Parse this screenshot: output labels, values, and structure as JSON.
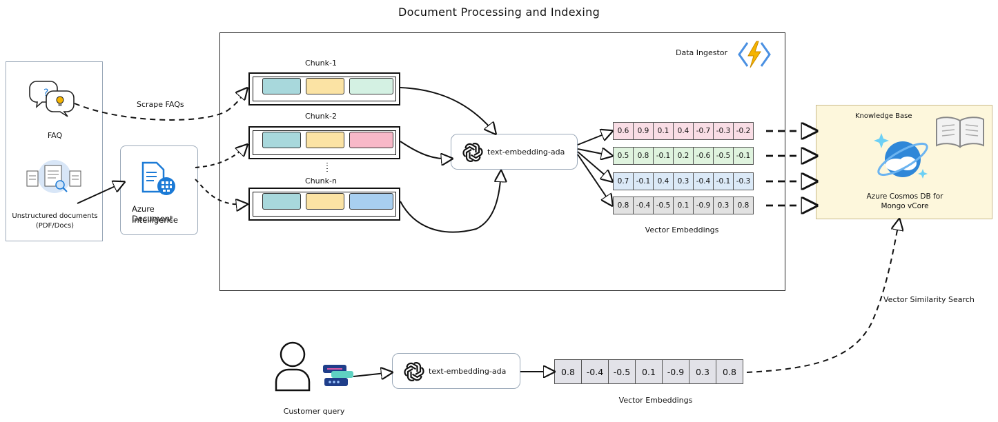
{
  "title": "Document Processing and Indexing",
  "sources": {
    "faq_label": "FAQ",
    "docs_label_line1": "Unstructured documents",
    "docs_label_line2": "(PDF/Docs)"
  },
  "edges": {
    "scrape": "Scrape FAQs",
    "similarity": "Vector Similarity Search"
  },
  "adi": {
    "line1": "Azure Document",
    "line2": "Intelligence"
  },
  "ingestor": {
    "label": "Data Ingestor"
  },
  "chunks": [
    {
      "label": "Chunk-1",
      "colors": [
        "#a8d8dc",
        "#fbe3a4",
        "#d4f1e3"
      ]
    },
    {
      "label": "Chunk-2",
      "colors": [
        "#a8d8dc",
        "#fbe3a4",
        "#f8b8c8"
      ]
    },
    {
      "label": "Chunk-n",
      "colors": [
        "#a8d8dc",
        "#fbe3a4",
        "#a8cff0"
      ]
    }
  ],
  "model": {
    "label": "text-embedding-ada"
  },
  "embeddings": {
    "label": "Vector Embeddings",
    "rows": [
      {
        "color": "#f9dde5",
        "values": [
          "0.6",
          "0.9",
          "0.1",
          "0.4",
          "-0.7",
          "-0.3",
          "-0.2"
        ]
      },
      {
        "color": "#dff3de",
        "values": [
          "0.5",
          "0.8",
          "-0.1",
          "0.2",
          "-0.6",
          "-0.5",
          "-0.1"
        ]
      },
      {
        "color": "#dbe9f7",
        "values": [
          "0.7",
          "-0.1",
          "0.4",
          "0.3",
          "-0.4",
          "-0.1",
          "-0.3"
        ]
      },
      {
        "color": "#e2e2e2",
        "values": [
          "0.8",
          "-0.4",
          "-0.5",
          "0.1",
          "-0.9",
          "0.3",
          "0.8"
        ]
      }
    ]
  },
  "knowledge_base": {
    "label": "Knowledge Base",
    "db_line1": "Azure Cosmos DB for",
    "db_line2": "Mongo vCore"
  },
  "query": {
    "label": "Customer query",
    "model_label": "text-embedding-ada",
    "embedding_label": "Vector Embeddings",
    "values": [
      "0.8",
      "-0.4",
      "-0.5",
      "0.1",
      "-0.9",
      "0.3",
      "0.8"
    ],
    "color": "#e2e2e8"
  },
  "colors": {
    "azure_blue": "#1b7ad6",
    "function_yellow": "#f5b400",
    "cosmos_blue": "#2f87d8"
  },
  "icons": [
    "faq-bubbles-icon",
    "documents-icon",
    "azure-doc-intelligence-icon",
    "azure-functions-icon",
    "openai-icon",
    "book-icon",
    "cosmos-db-icon",
    "user-icon",
    "query-icon"
  ]
}
